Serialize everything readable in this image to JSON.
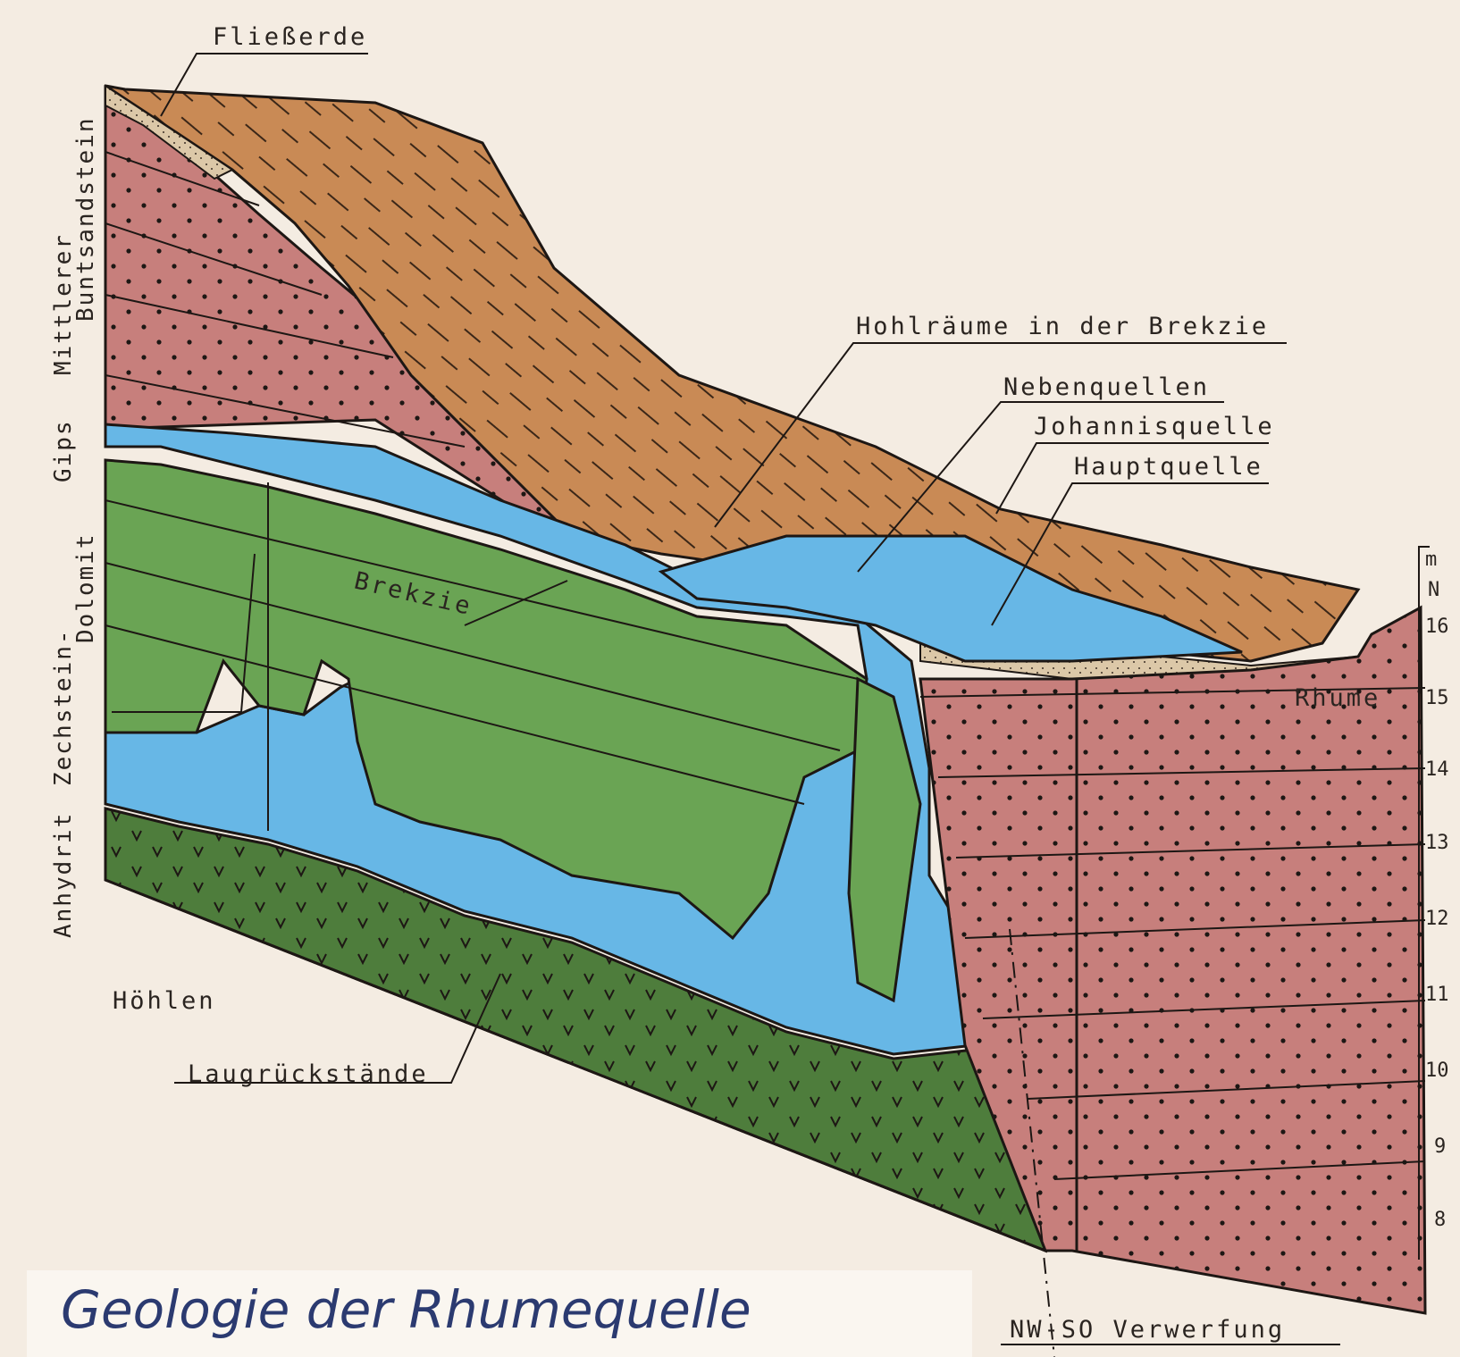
{
  "title": "Geologie der Rhumequelle",
  "labels": {
    "fliesserde": "Fließerde",
    "hohlraeume": "Hohlräume in der Brekzie",
    "nebenquellen": "Nebenquellen",
    "johannisquelle": "Johannisquelle",
    "hauptquelle": "Hauptquelle",
    "brekzie": "Brekzie",
    "rhume": "Rhume",
    "hoehlen": "Höhlen",
    "laugrueckstaende": "Laugrückstände",
    "verwerfung": "NW-SO Verwerfung"
  },
  "strata": {
    "mittlerer": "Mittlerer",
    "buntsandstein": "Buntsandstein",
    "gips": "Gips",
    "zechstein": "Zechstein-",
    "dolomit": "Dolomit",
    "anhydrit": "Anhydrit"
  },
  "scale": {
    "unit": "m",
    "datum": "N",
    "ticks": [
      "16",
      "15",
      "14",
      "13",
      "12",
      "11",
      "10",
      "9",
      "8"
    ]
  },
  "colors": {
    "buntsandstein": "#c77f7c",
    "fliesserde": "#c98a55",
    "water": "#67b7e6",
    "dolomit": "#6aa454",
    "anhydrit": "#4e7d3c",
    "sand": "#dcc8a8",
    "title": "#2b3a70"
  }
}
